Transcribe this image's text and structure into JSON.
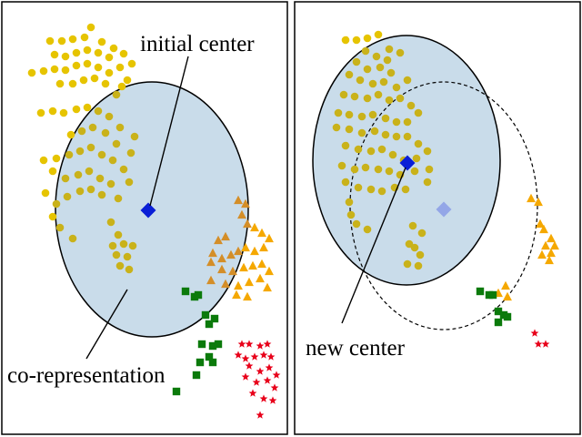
{
  "panels": [
    {
      "id": "left",
      "label": "initial center",
      "sublabel": "co-representation"
    },
    {
      "id": "right",
      "label": "new center"
    }
  ],
  "colors": {
    "circle_fill": "#c9dcea",
    "circle_dim": "#d9ccb0",
    "yellow_dot": "#e6c400",
    "yellow_dot_inside": "#c9b21a",
    "orange_triangle": "#f5a800",
    "orange_triangle_inside": "#d48e28",
    "green_square": "#0b7a0b",
    "red_star": "#e8001a",
    "center_diamond": "#0a1fd6",
    "old_center_diamond": "#8a9ce6"
  },
  "markers": {
    "center": "diamond-icon",
    "yellow": "circle-icon",
    "orange": "triangle-icon",
    "green": "square-icon",
    "red": "star-icon"
  }
}
